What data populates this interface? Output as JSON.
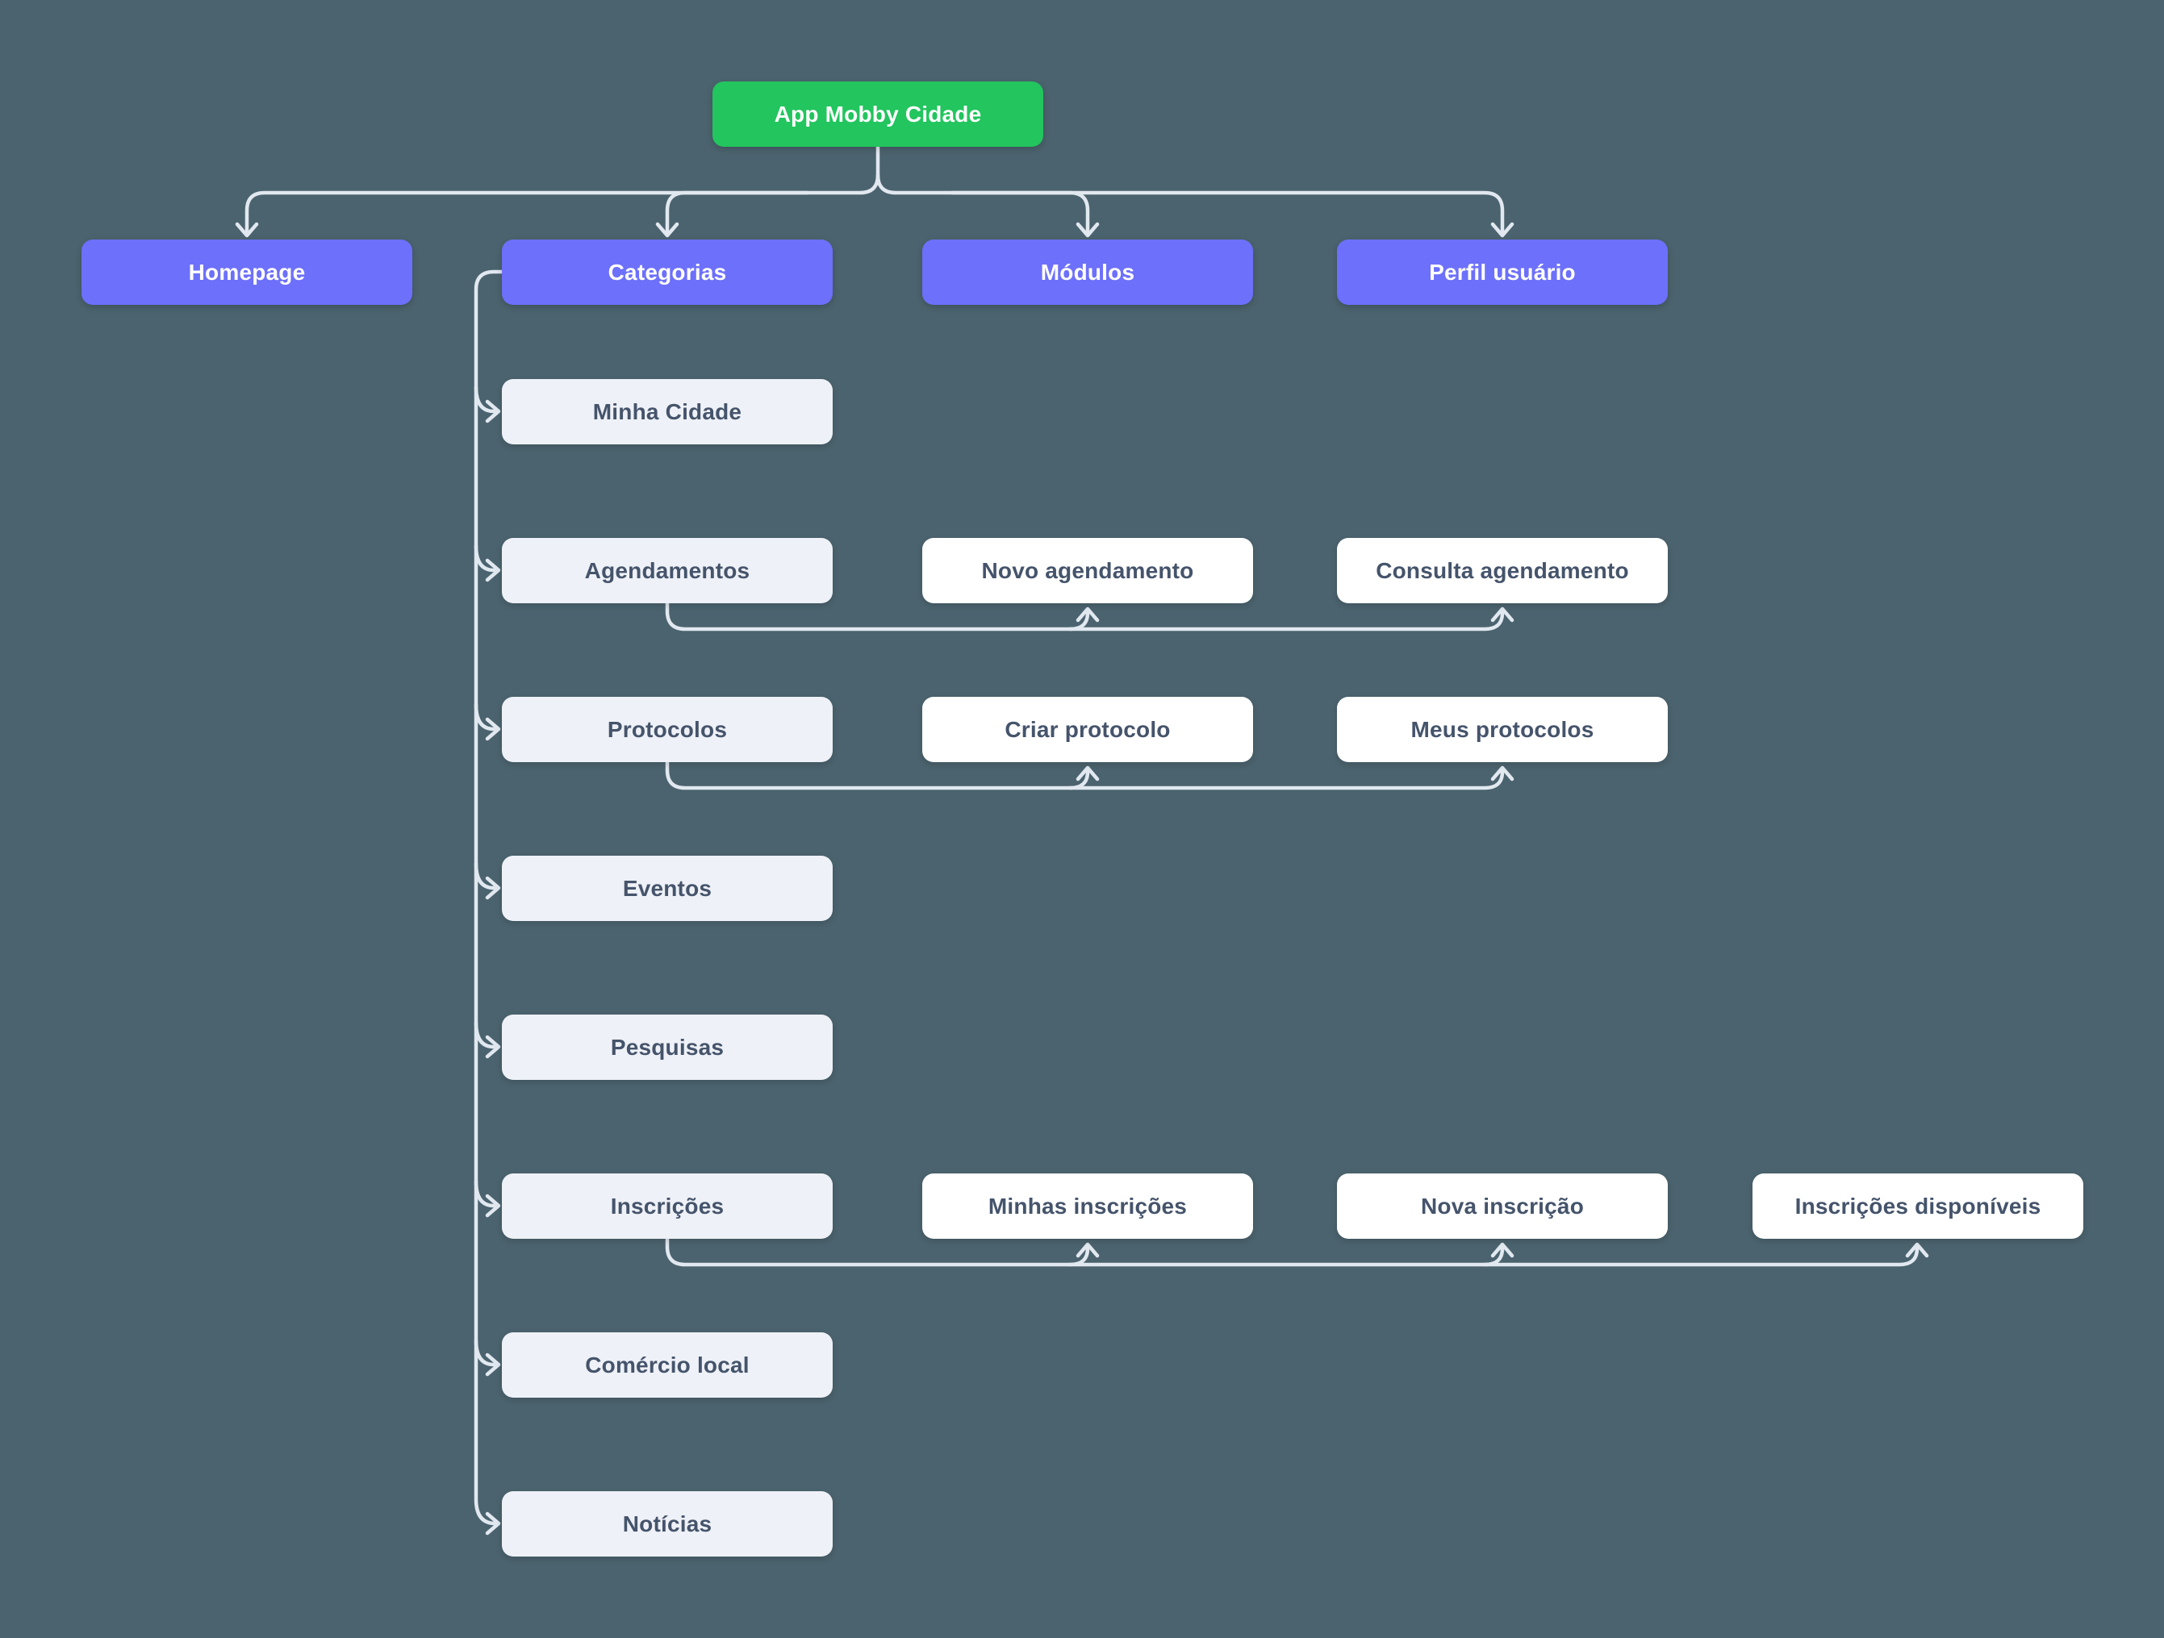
{
  "diagram": {
    "root": {
      "label": "App Mobby Cidade"
    },
    "level1": [
      {
        "label": "Homepage"
      },
      {
        "label": "Categorias"
      },
      {
        "label": "Módulos"
      },
      {
        "label": "Perfil usuário"
      }
    ],
    "categories": [
      {
        "label": "Minha Cidade"
      },
      {
        "label": "Agendamentos"
      },
      {
        "label": "Protocolos"
      },
      {
        "label": "Eventos"
      },
      {
        "label": "Pesquisas"
      },
      {
        "label": "Inscrições"
      },
      {
        "label": "Comércio local"
      },
      {
        "label": "Notícias"
      }
    ],
    "modules": {
      "agendamentos": [
        {
          "label": "Novo agendamento"
        },
        {
          "label": "Consulta agendamento"
        }
      ],
      "protocolos": [
        {
          "label": "Criar protocolo"
        },
        {
          "label": "Meus protocolos"
        }
      ],
      "inscricoes": [
        {
          "label": "Minhas inscrições"
        },
        {
          "label": "Nova inscrição"
        },
        {
          "label": "Inscrições disponíveis"
        }
      ]
    },
    "colors": {
      "background": "#4b636e",
      "root_fill": "#22c55e",
      "level1_fill": "#6d70fa",
      "category_fill": "#eef1f7",
      "module_fill": "#ffffff",
      "connector": "#e1e8f0",
      "text_dark": "#45546b",
      "text_light": "#ffffff"
    }
  }
}
